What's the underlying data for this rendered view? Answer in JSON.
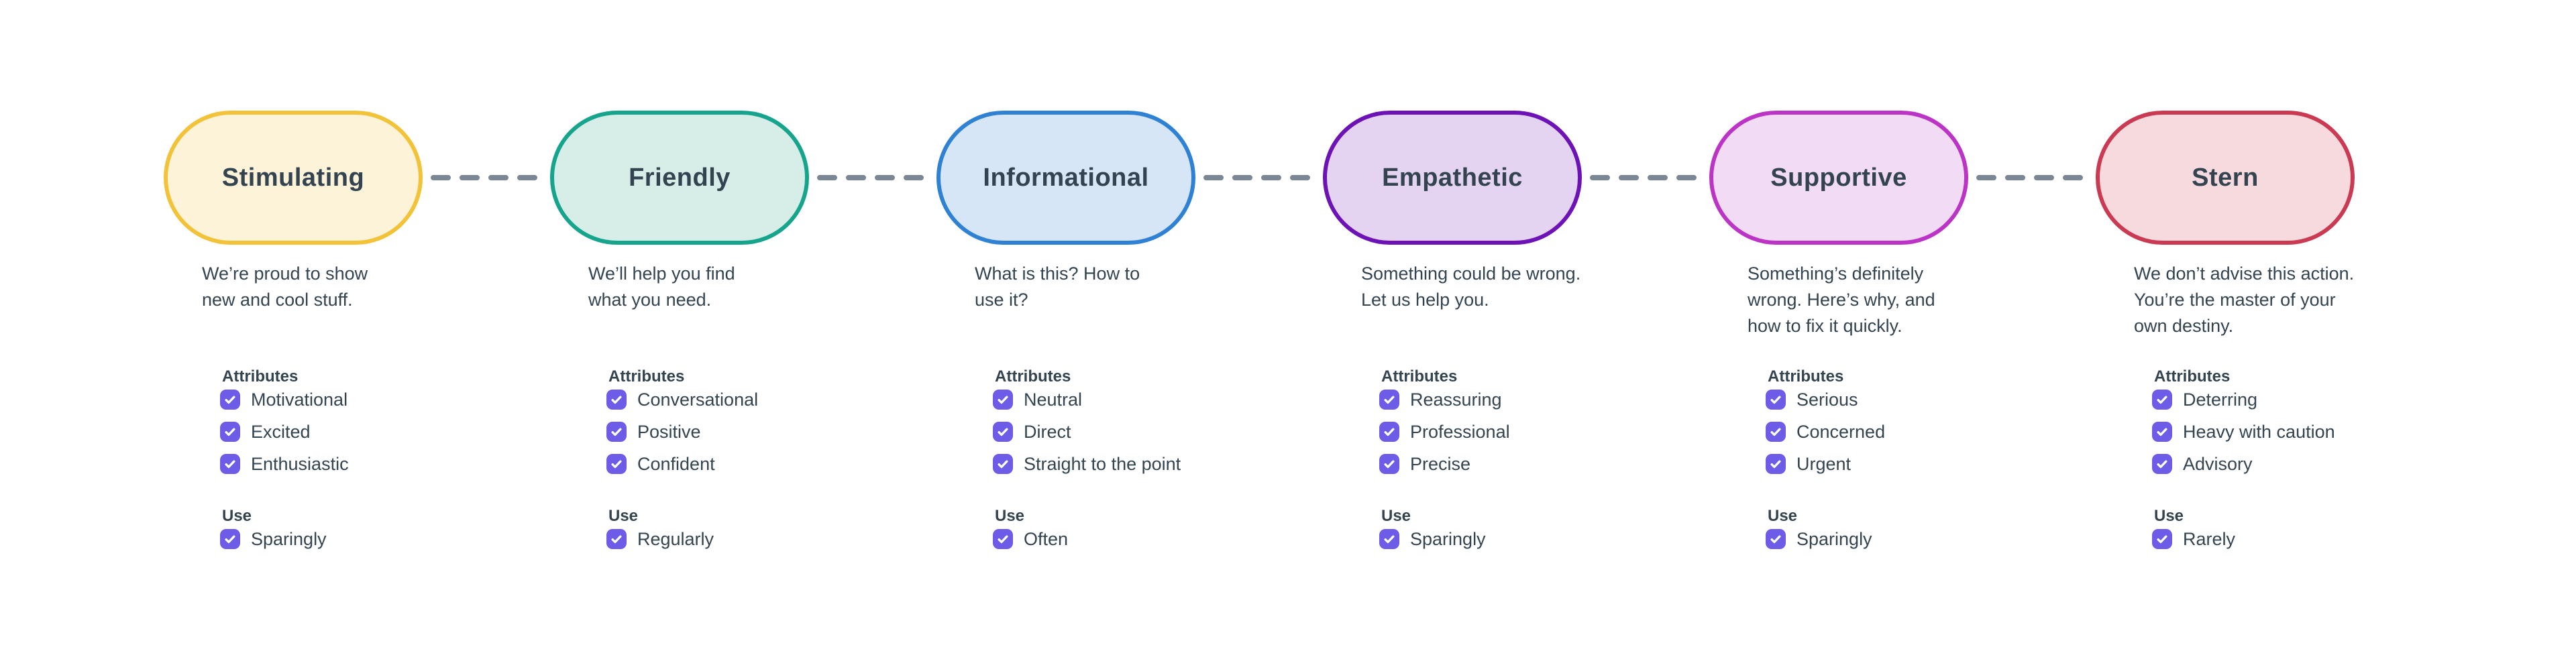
{
  "styles": {
    "text_color": "#334450",
    "checkbox_color": "#6c5ce7",
    "dash_color": "#7b8794",
    "background_color": "#ffffff"
  },
  "section_headers": {
    "attributes": "Attributes",
    "use": "Use"
  },
  "tones": [
    {
      "label": "Stimulating",
      "border_color": "#F2C238",
      "fill_color": "#FCF3D9",
      "description": "We’re proud to show\nnew and cool stuff.",
      "attributes": [
        "Motivational",
        "Excited",
        "Enthusiastic"
      ],
      "use": "Sparingly"
    },
    {
      "label": "Friendly",
      "border_color": "#16A58C",
      "fill_color": "#D6EDE8",
      "description": "We’ll help you find\nwhat you need.",
      "attributes": [
        "Conversational",
        "Positive",
        "Confident"
      ],
      "use": "Regularly"
    },
    {
      "label": "Informational",
      "border_color": "#2F81D3",
      "fill_color": "#D7E6F6",
      "description": "What is this? How to\nuse it?",
      "attributes": [
        "Neutral",
        "Direct",
        "Straight to the point"
      ],
      "use": "Often"
    },
    {
      "label": "Empathetic",
      "border_color": "#6D12B5",
      "fill_color": "#E4D3F1",
      "description": "Something could be wrong.\nLet us help you.",
      "attributes": [
        "Reassuring",
        "Professional",
        "Precise"
      ],
      "use": "Sparingly"
    },
    {
      "label": "Supportive",
      "border_color": "#BC34C5",
      "fill_color": "#F2DBF5",
      "description": "Something’s definitely\nwrong. Here’s why, and\nhow to fix it quickly.",
      "attributes": [
        "Serious",
        "Concerned",
        "Urgent"
      ],
      "use": "Sparingly"
    },
    {
      "label": "Stern",
      "border_color": "#CA3A53",
      "fill_color": "#F7DADD",
      "description": "We don’t advise this action.\nYou’re the master of your\nown destiny.",
      "attributes": [
        "Deterring",
        "Heavy with caution",
        "Advisory"
      ],
      "use": "Rarely"
    }
  ]
}
